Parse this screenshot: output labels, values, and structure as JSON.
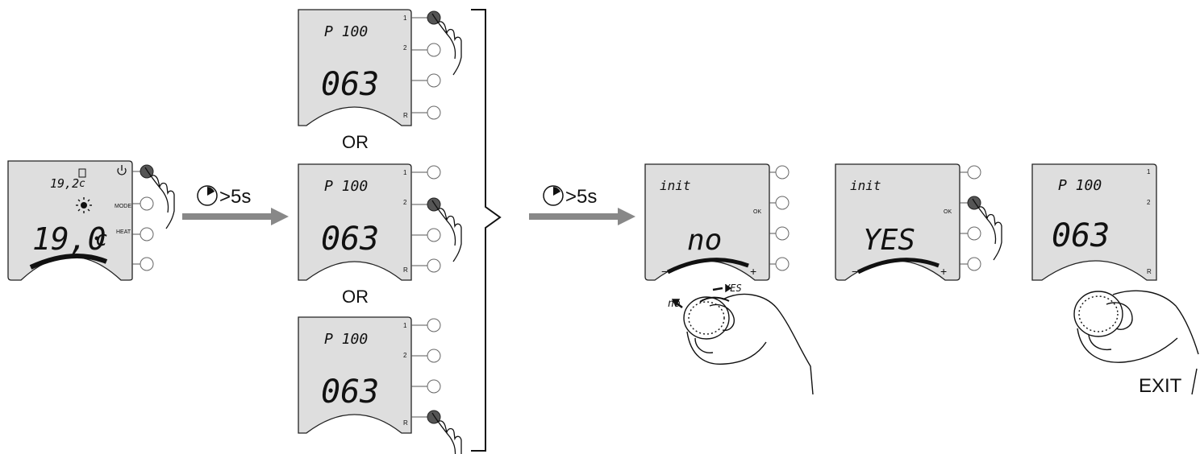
{
  "initial_display": {
    "temp_small": "19,2",
    "temp_small_unit": "c",
    "temp_big": "19,0",
    "temp_big_unit": "c",
    "mode_label": "MODE",
    "heat_label": "HEAT"
  },
  "hold_arrow_1": {
    "label": ">5s"
  },
  "hold_arrow_2": {
    "label": ">5s"
  },
  "p_display_top": {
    "param": "P 100",
    "value": "063",
    "btn1": "1",
    "btn2": "2",
    "btnR": "R"
  },
  "p_display_middle": {
    "param": "P 100",
    "value": "063",
    "btn1": "1",
    "btn2": "2",
    "btnR": "R"
  },
  "p_display_bottom": {
    "param": "P 100",
    "value": "063",
    "btn1": "1",
    "btn2": "2",
    "btnR": "R"
  },
  "or_labels": [
    "OR",
    "OR"
  ],
  "init_display_no": {
    "title": "init",
    "value": "no",
    "ok": "OK",
    "minus": "−",
    "plus": "+"
  },
  "init_display_yes": {
    "title": "init",
    "value": "YES",
    "ok": "OK",
    "minus": "−",
    "plus": "+"
  },
  "final_display": {
    "param": "P 100",
    "value": "063",
    "btn1": "1",
    "btn2": "2",
    "btnR": "R"
  },
  "dial_labels": {
    "no": "no",
    "yes": "YES"
  },
  "exit_label": "EXIT"
}
